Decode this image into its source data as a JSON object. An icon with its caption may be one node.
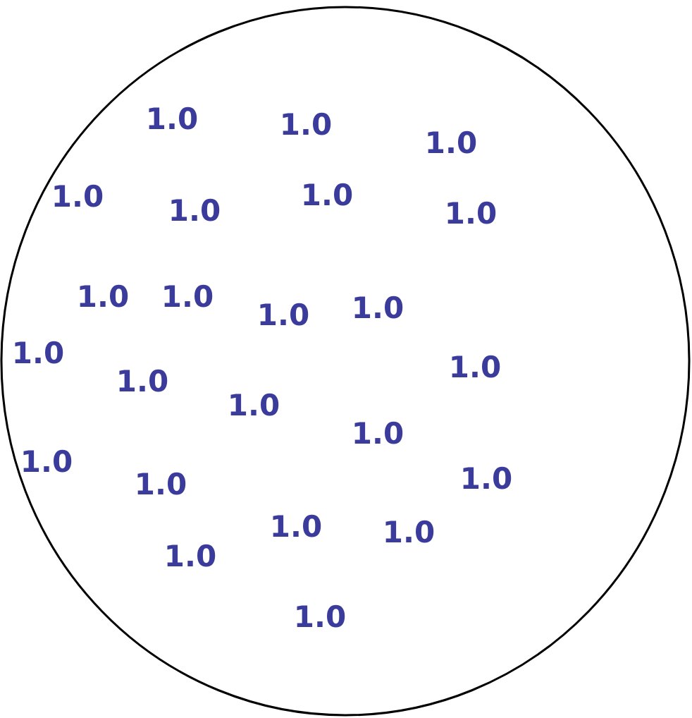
{
  "diagram": {
    "nodes": [
      {
        "text": [],
        "shape": "circle"
      }
    ],
    "labels": [
      "1.0",
      "1.0",
      "1.0",
      "1.0",
      "1.0",
      "1.0",
      "1.0",
      "1.0",
      "1.0",
      "1.0",
      "1.0",
      "1.0",
      "1.0",
      "1.0",
      "1.0",
      "1.0",
      "1.0",
      "1.0",
      "1.0",
      "1.0",
      "1.0",
      "1.0",
      "1.0"
    ]
  }
}
